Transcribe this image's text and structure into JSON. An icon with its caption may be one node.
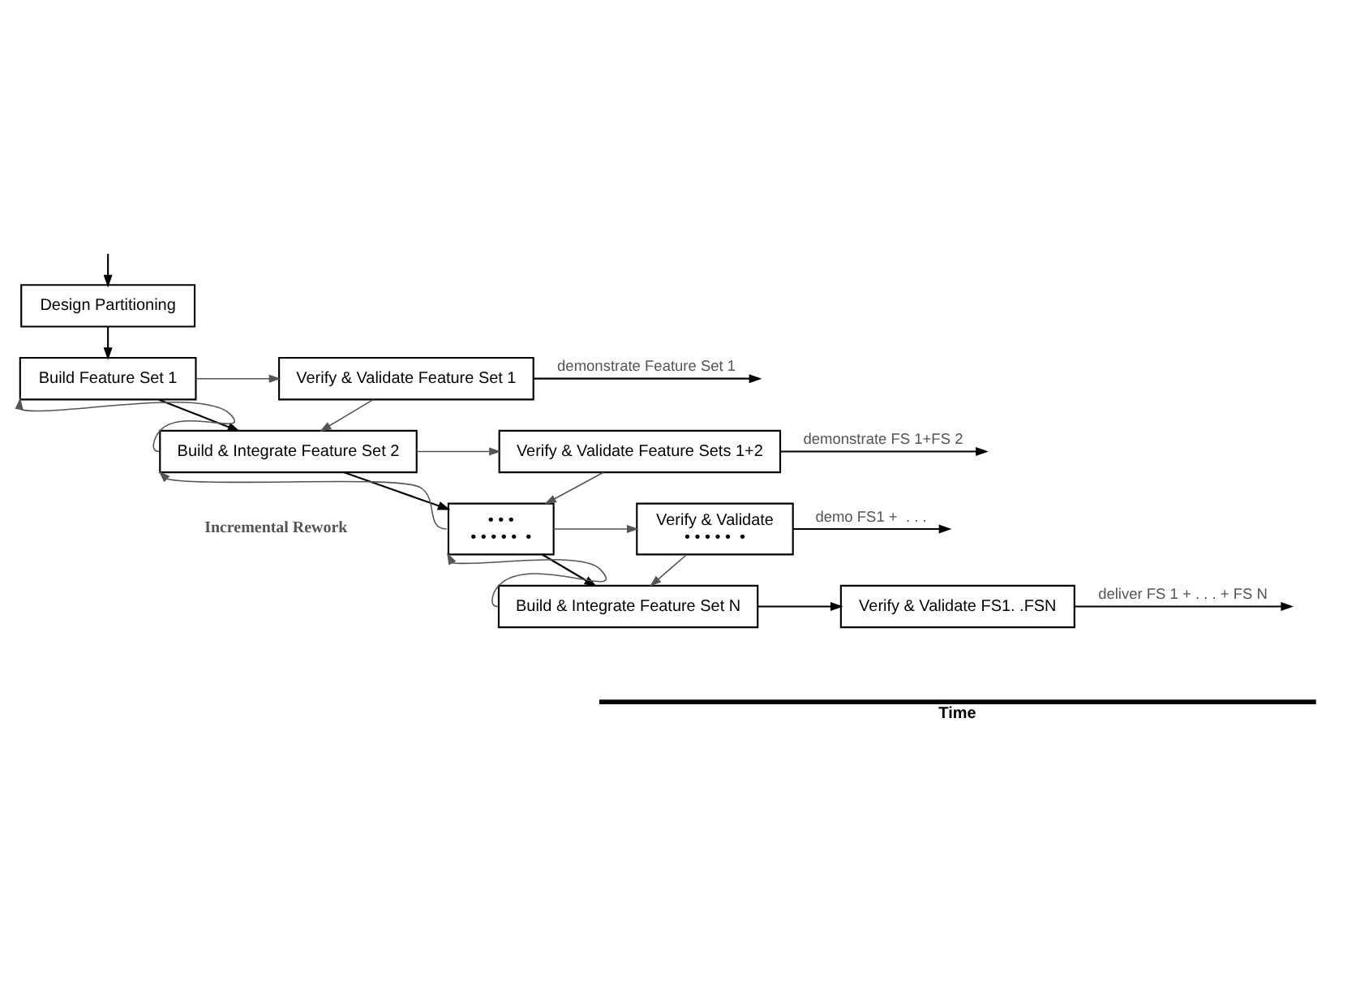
{
  "diagram": {
    "nodes": [
      {
        "text": [
          "Design Partitioning"
        ]
      },
      {
        "text": [
          "Build Feature Set 1"
        ]
      },
      {
        "text": [
          "Verify & Validate Feature Set 1"
        ]
      },
      {
        "text": [
          "Build & Integrate Feature Set 2"
        ]
      },
      {
        "text": [
          "Verify & Validate Feature Sets 1+2"
        ]
      },
      {
        "text": [
          "• • •",
          "• • • • •  •"
        ]
      },
      {
        "text": [
          "Verify & Validate",
          "• • • • •  •"
        ]
      },
      {
        "text": [
          "Build & Integrate Feature Set N"
        ]
      },
      {
        "text": [
          "Verify & Validate FS1. .FSN"
        ]
      }
    ],
    "edges": [
      {
        "from": null,
        "to": 0,
        "arrow": "to"
      },
      {
        "from": 0,
        "to": 1,
        "arrow": "to"
      },
      {
        "from": 1,
        "to": 2,
        "arrow": "to",
        "color": "#555555"
      },
      {
        "from": 2,
        "to": null,
        "arrow": "to",
        "label": "demonstrate Feature Set 1"
      },
      {
        "from": 2,
        "to": 3,
        "arrow": "to",
        "color": "#555555"
      },
      {
        "from": 1,
        "to": 3,
        "arrow": "to"
      },
      {
        "from": 3,
        "to": 1,
        "arrow": "to",
        "color": "#555555"
      },
      {
        "from": 3,
        "to": 4,
        "arrow": "to",
        "color": "#555555"
      },
      {
        "from": 4,
        "to": null,
        "arrow": "to",
        "label": "demonstrate FS 1+FS 2"
      },
      {
        "from": 4,
        "to": 5,
        "arrow": "to",
        "color": "#555555"
      },
      {
        "from": 3,
        "to": 5,
        "arrow": "to"
      },
      {
        "from": 5,
        "to": 3,
        "arrow": "to",
        "color": "#555555"
      },
      {
        "from": 5,
        "to": 6,
        "arrow": "to",
        "color": "#555555"
      },
      {
        "from": 6,
        "to": null,
        "arrow": "to",
        "label": "demo FS1 +  . . ."
      },
      {
        "from": 6,
        "to": 7,
        "arrow": "to",
        "color": "#555555"
      },
      {
        "from": 5,
        "to": 7,
        "arrow": "to"
      },
      {
        "from": 7,
        "to": 5,
        "arrow": "to",
        "color": "#555555"
      },
      {
        "from": 7,
        "to": 8,
        "arrow": "to"
      },
      {
        "from": 8,
        "to": null,
        "arrow": "to",
        "label": "deliver FS 1 + . . . + FS N"
      }
    ],
    "labels": [
      "Incremental Rework",
      "Time"
    ]
  }
}
